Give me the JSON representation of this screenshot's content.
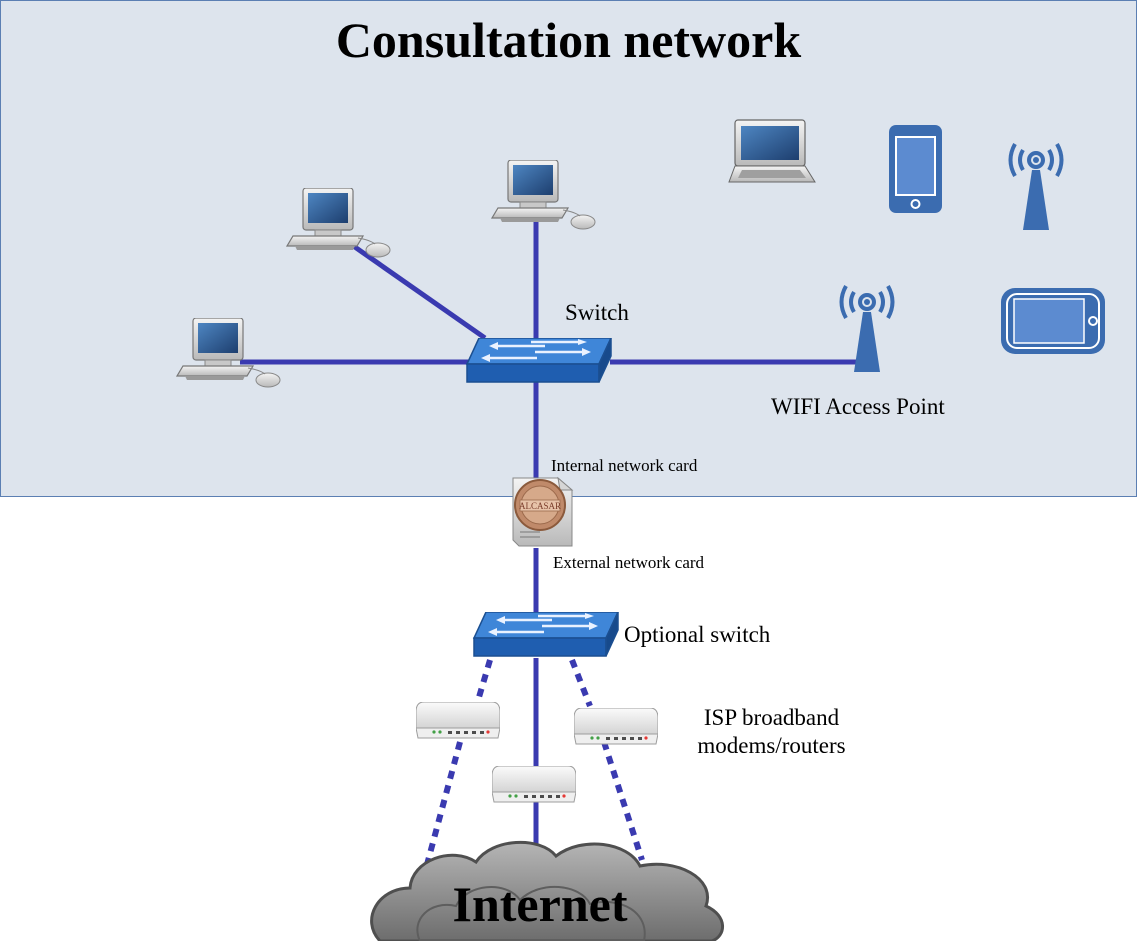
{
  "title": "Consultation network",
  "labels": {
    "switch": "Switch",
    "wifi_access_point": "WIFI Access Point",
    "internal_card": "Internal network card",
    "external_card": "External network card",
    "optional_switch": "Optional switch",
    "isp_modems": "ISP broadband modems/routers",
    "internet": "Internet",
    "server_badge": "ALCASAR"
  },
  "colors": {
    "panel_background": "#dde4ed",
    "panel_border": "#5b7fb3",
    "link_line": "#3a3ab0",
    "switch_body": "#2f6fc0",
    "device_blue": "#3b6cb0",
    "cloud_gray": "#8c8c8c"
  },
  "icons": {
    "computer": "desktop-computer-icon",
    "laptop": "laptop-icon",
    "smartphone": "smartphone-icon",
    "tablet": "tablet-icon",
    "wifi": "wifi-antenna-icon",
    "switch": "network-switch-icon",
    "server": "alcasar-server-icon",
    "modem": "modem-router-icon",
    "cloud": "internet-cloud-icon"
  }
}
